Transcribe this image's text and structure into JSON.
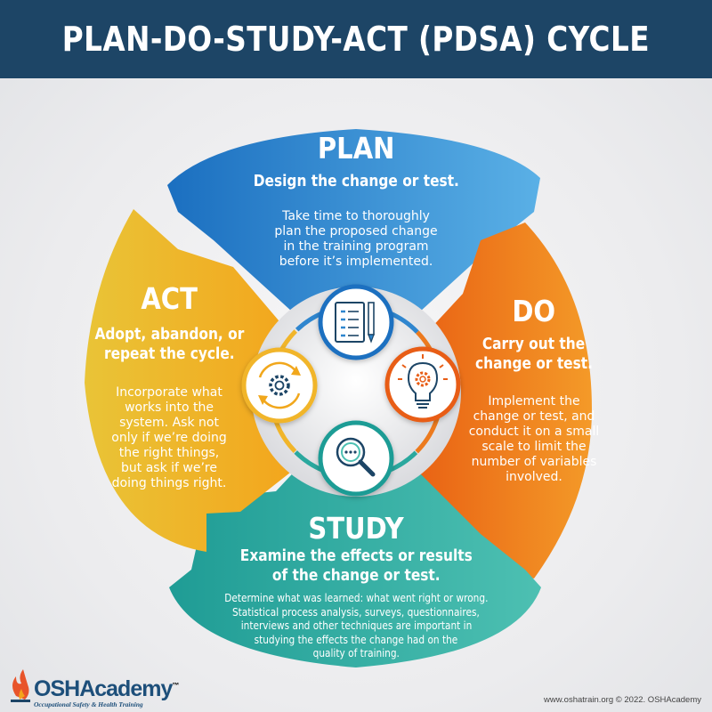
{
  "title": "PLAN-DO-STUDY-ACT (PDSA) CYCLE",
  "segments": {
    "plan": {
      "heading": "PLAN",
      "subheading": "Design the change or test.",
      "body_lines": [
        "Take time to thoroughly",
        "plan the proposed change",
        "in the training program",
        "before it’s implemented."
      ],
      "color_start": "#1b6fc0",
      "color_end": "#5ab0e6"
    },
    "do": {
      "heading": "DO",
      "subheading_lines": [
        "Carry out the",
        "change or test."
      ],
      "body_lines": [
        "Implement the",
        "change or test, and",
        "conduct it on a small",
        "scale to limit the",
        "number of variables",
        "involved."
      ],
      "color_start": "#e85d12",
      "color_end": "#f49a28"
    },
    "study": {
      "heading": "STUDY",
      "subheading_lines": [
        "Examine the effects or results",
        "of the change or test."
      ],
      "body_lines": [
        "Determine what was learned: what went right or wrong.",
        "Statistical process analysis, surveys, questionnaires,",
        "interviews and other techniques are important in",
        "studying the effects the change had on the",
        "quality of training."
      ],
      "color_start": "#1f9c95",
      "color_end": "#4dc0b2"
    },
    "act": {
      "heading": "ACT",
      "subheading_lines": [
        "Adopt, abandon, or",
        "repeat the cycle."
      ],
      "body_lines": [
        "Incorporate what",
        "works into the",
        "system. Ask not",
        "only if we’re doing",
        "the right things,",
        "but ask if we’re",
        "doing things right."
      ],
      "color_start": "#e9c437",
      "color_end": "#f4a41b"
    }
  },
  "icons": {
    "plan": "checklist-with-pencil-icon",
    "do": "lightbulb-with-gear-icon",
    "study": "magnifying-glass-icon",
    "act": "cycle-arrows-with-gear-icon"
  },
  "footer": {
    "logo_primary": "OSH",
    "logo_secondary": "Academy",
    "logo_trademark": "™",
    "logo_tagline": "Occupational Safety & Health Training",
    "credit": "www.oshatrain.org © 2022. OSHAcademy"
  }
}
